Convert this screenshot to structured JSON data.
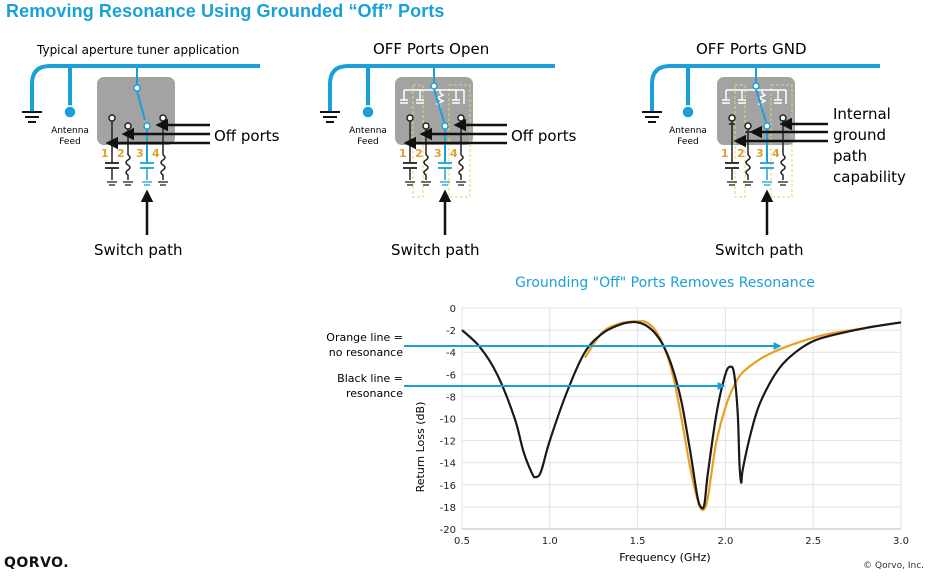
{
  "title": "Removing Resonance Using Grounded “Off” Ports",
  "panels": [
    {
      "heading": "Typical aperture tuner application",
      "antenna_label": [
        "Antenna",
        "Feed"
      ],
      "off_ports_label": "Off ports",
      "switch_path_label": "Switch path",
      "port_numbers": [
        "1",
        "2",
        "3",
        "4"
      ]
    },
    {
      "heading": "OFF Ports Open",
      "antenna_label": [
        "Antenna",
        "Feed"
      ],
      "off_ports_label": "Off ports",
      "switch_path_label": "Switch path",
      "port_numbers": [
        "1",
        "2",
        "3",
        "4"
      ]
    },
    {
      "heading": "OFF Ports GND",
      "antenna_label": [
        "Antenna",
        "Feed"
      ],
      "ground_label": [
        "Internal",
        "ground",
        "path",
        "capability"
      ],
      "switch_path_label": "Switch path",
      "port_numbers": [
        "1",
        "2",
        "3",
        "4"
      ]
    }
  ],
  "annotations": {
    "orange": [
      "Orange line =",
      "no resonance"
    ],
    "black": [
      "Black line =",
      "resonance"
    ]
  },
  "colors": {
    "accent": "#1aa0d8",
    "orange": "#e8a020",
    "black": "#1a1a1a",
    "chip": "#a3a3a3",
    "port_number": "#e0a030"
  },
  "chart_data": {
    "type": "line",
    "title": "Grounding \"Off\" Ports Removes Resonance",
    "xlabel": "Frequency (GHz)",
    "ylabel": "Return Loss (dB)",
    "xlim": [
      0.5,
      3.0
    ],
    "ylim": [
      -20,
      0
    ],
    "xticks": [
      "0.5",
      "1.0",
      "1.5",
      "2.0",
      "2.5",
      "3.0"
    ],
    "yticks": [
      "0",
      "-2",
      "-4",
      "-6",
      "-8",
      "-10",
      "-12",
      "-14",
      "-16",
      "-18",
      "-20"
    ],
    "grid": true,
    "series": [
      {
        "color": "orange",
        "x": [
          1.2,
          1.3,
          1.4,
          1.5,
          1.55,
          1.6,
          1.65,
          1.7,
          1.75,
          1.8,
          1.85,
          1.88,
          1.9,
          1.92,
          1.95,
          2.0,
          2.05,
          2.1,
          2.2,
          2.3,
          2.4,
          2.5,
          2.6,
          2.8,
          3.0
        ],
        "y": [
          -4.5,
          -2.2,
          -1.4,
          -1.2,
          -1.3,
          -2.0,
          -3.5,
          -6.0,
          -10.0,
          -14.5,
          -17.8,
          -18.2,
          -17.2,
          -15.0,
          -12.0,
          -9.0,
          -7.0,
          -5.8,
          -4.6,
          -3.8,
          -3.2,
          -2.7,
          -2.3,
          -1.8,
          -1.3
        ]
      },
      {
        "color": "black",
        "x": [
          0.5,
          0.6,
          0.7,
          0.8,
          0.85,
          0.9,
          0.92,
          0.95,
          1.0,
          1.1,
          1.2,
          1.3,
          1.4,
          1.45,
          1.5,
          1.55,
          1.6,
          1.65,
          1.7,
          1.75,
          1.8,
          1.84,
          1.86,
          1.88,
          1.9,
          1.95,
          2.0,
          2.03,
          2.05,
          2.07,
          2.08,
          2.09,
          2.1,
          2.15,
          2.2,
          2.3,
          2.4,
          2.5,
          2.6,
          2.8,
          3.0
        ],
        "y": [
          -2.0,
          -3.5,
          -6.0,
          -10.0,
          -13.0,
          -15.0,
          -15.3,
          -14.8,
          -12.0,
          -7.5,
          -4.0,
          -2.3,
          -1.5,
          -1.3,
          -1.3,
          -1.6,
          -2.3,
          -3.5,
          -5.5,
          -8.5,
          -13.0,
          -17.0,
          -18.0,
          -17.8,
          -15.0,
          -9.5,
          -6.0,
          -5.3,
          -6.0,
          -9.5,
          -14.0,
          -15.8,
          -14.5,
          -11.0,
          -8.5,
          -5.6,
          -4.0,
          -3.0,
          -2.5,
          -1.8,
          -1.3
        ]
      }
    ]
  }
}
